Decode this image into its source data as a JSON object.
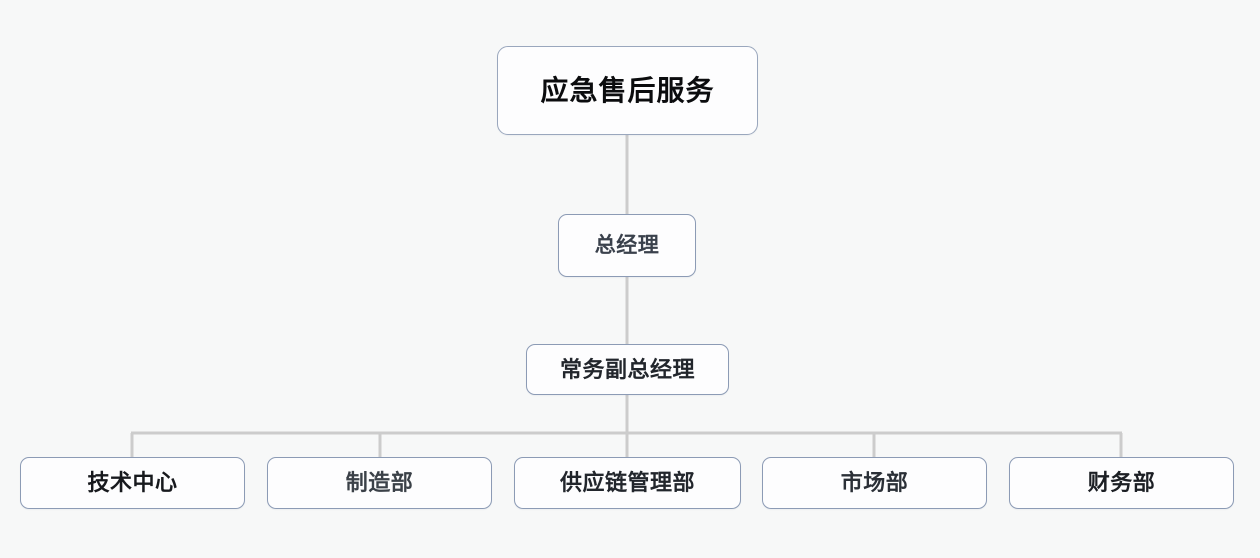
{
  "chart": {
    "type": "org-chart",
    "title": "应急售后服务",
    "background_color": "#f7f8f8",
    "node_border_color": "#8c9bb5",
    "node_fill_color": "#fdfdfe",
    "connector_color": "#cccccc",
    "levels": [
      {
        "level": 1,
        "nodes": [
          {
            "id": "root",
            "label": "应急售后服务"
          }
        ]
      },
      {
        "level": 2,
        "nodes": [
          {
            "id": "gm",
            "label": "总经理"
          }
        ]
      },
      {
        "level": 3,
        "nodes": [
          {
            "id": "deputy-gm",
            "label": "常务副总经理"
          }
        ]
      },
      {
        "level": 4,
        "nodes": [
          {
            "id": "dept-tech",
            "label": "技术中心"
          },
          {
            "id": "dept-manufacture",
            "label": "制造部"
          },
          {
            "id": "dept-supply",
            "label": "供应链管理部"
          },
          {
            "id": "dept-market",
            "label": "市场部"
          },
          {
            "id": "dept-finance",
            "label": "财务部"
          }
        ]
      }
    ]
  }
}
